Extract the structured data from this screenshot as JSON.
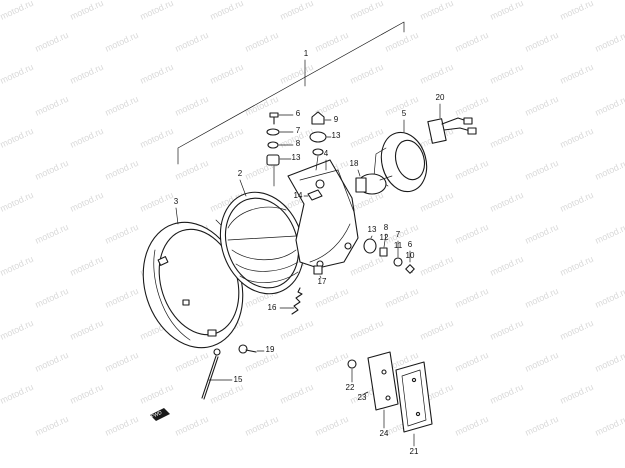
{
  "watermark": "motod.ru",
  "direction_badge": "FWD",
  "callouts": [
    {
      "id": "1",
      "label": "1"
    },
    {
      "id": "2",
      "label": "2"
    },
    {
      "id": "3",
      "label": "3"
    },
    {
      "id": "4",
      "label": "4"
    },
    {
      "id": "5",
      "label": "5"
    },
    {
      "id": "6a",
      "label": "6"
    },
    {
      "id": "6b",
      "label": "6"
    },
    {
      "id": "7a",
      "label": "7"
    },
    {
      "id": "7b",
      "label": "7"
    },
    {
      "id": "8a",
      "label": "8"
    },
    {
      "id": "8b",
      "label": "8"
    },
    {
      "id": "9",
      "label": "9"
    },
    {
      "id": "10",
      "label": "10"
    },
    {
      "id": "11",
      "label": "11"
    },
    {
      "id": "12",
      "label": "12"
    },
    {
      "id": "13a",
      "label": "13"
    },
    {
      "id": "13b",
      "label": "13"
    },
    {
      "id": "13c",
      "label": "13"
    },
    {
      "id": "14",
      "label": "14"
    },
    {
      "id": "15",
      "label": "15"
    },
    {
      "id": "16",
      "label": "16"
    },
    {
      "id": "17",
      "label": "17"
    },
    {
      "id": "18",
      "label": "18"
    },
    {
      "id": "19",
      "label": "19"
    },
    {
      "id": "20",
      "label": "20"
    },
    {
      "id": "21",
      "label": "21"
    },
    {
      "id": "22",
      "label": "22"
    },
    {
      "id": "23",
      "label": "23"
    },
    {
      "id": "24",
      "label": "24"
    }
  ]
}
